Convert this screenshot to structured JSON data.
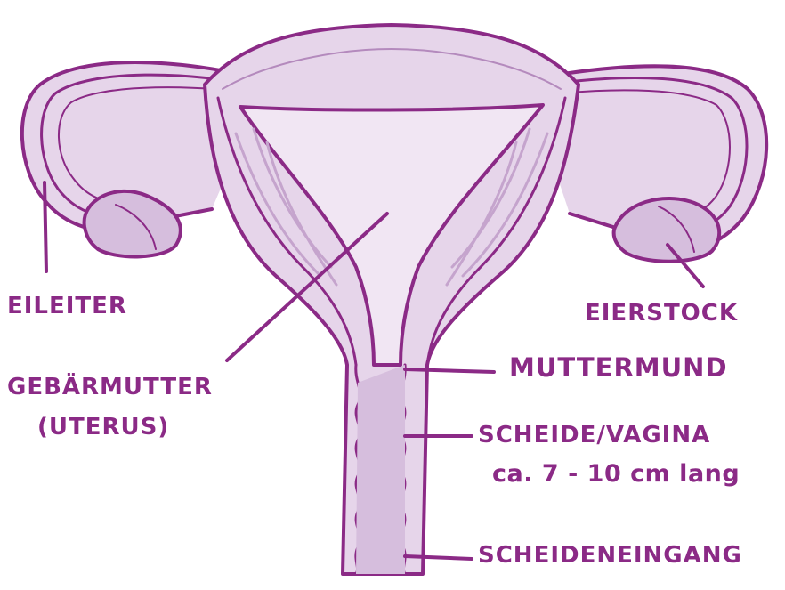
{
  "colors": {
    "outline": "#8b2a86",
    "fill_light": "#e6d5ea",
    "fill_mid": "#d6bedd",
    "muscle_stripe": "#c5a4cd",
    "label": "#8b2a86"
  },
  "labels": {
    "eileiter": "EILEITER",
    "eierstock": "EIERSTOCK",
    "gebaermutter": "GEBÄRMUTTER",
    "uterus": "(UTERUS)",
    "muttermund": "MUTTERMUND",
    "scheide": "SCHEIDE/VAGINA",
    "scheide_length": "ca. 7 - 10 cm lang",
    "scheideneingang": "SCHEIDENEINGANG"
  }
}
